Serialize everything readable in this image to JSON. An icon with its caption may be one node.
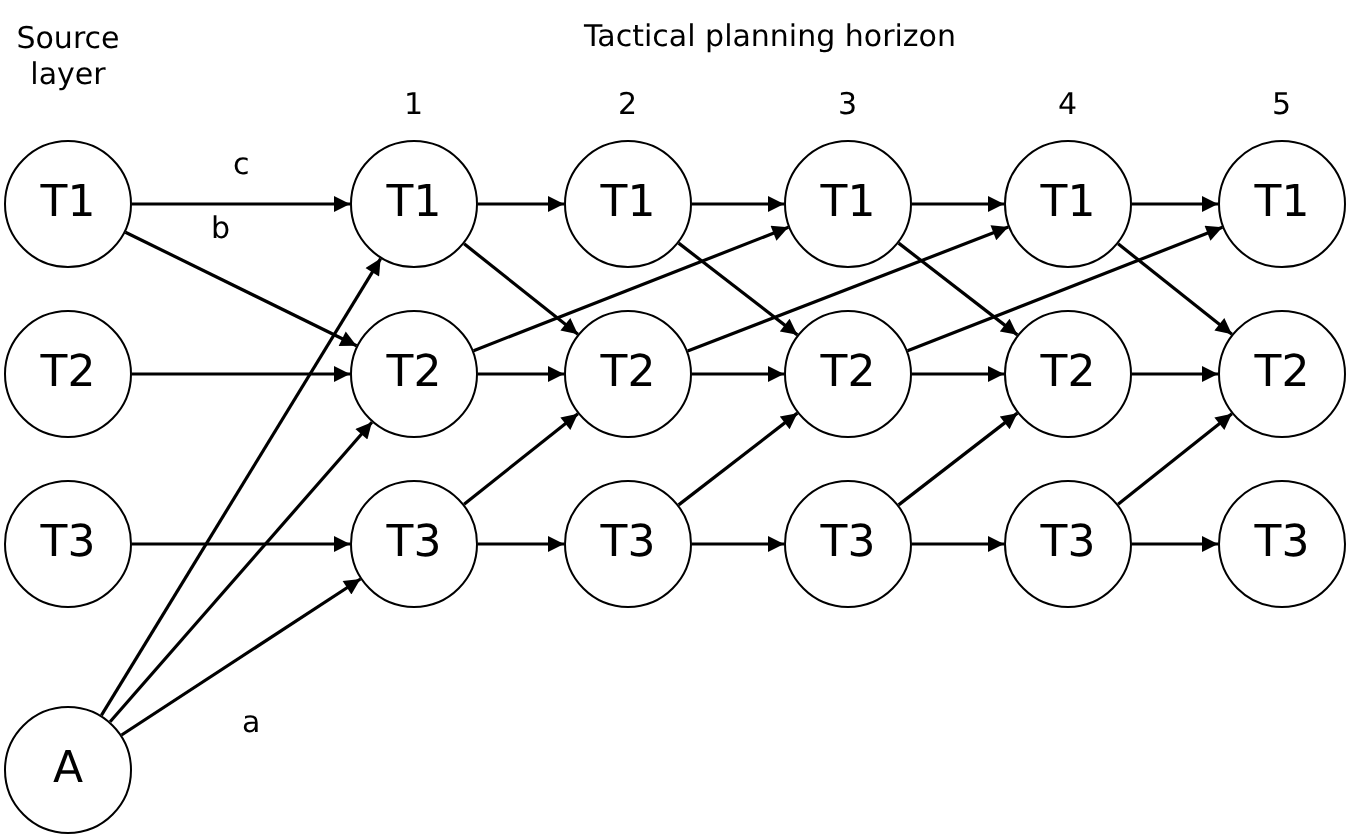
{
  "diagram": {
    "nodes": [
      {
        "text": [
          "T1"
        ]
      },
      {
        "text": [
          "T2"
        ]
      },
      {
        "text": [
          "T3"
        ]
      },
      {
        "text": [
          "A"
        ]
      },
      {
        "text": [
          "T1"
        ]
      },
      {
        "text": [
          "T2"
        ]
      },
      {
        "text": [
          "T3"
        ]
      },
      {
        "text": [
          "T1"
        ]
      },
      {
        "text": [
          "T2"
        ]
      },
      {
        "text": [
          "T3"
        ]
      },
      {
        "text": [
          "T1"
        ]
      },
      {
        "text": [
          "T2"
        ]
      },
      {
        "text": [
          "T3"
        ]
      },
      {
        "text": [
          "T1"
        ]
      },
      {
        "text": [
          "T2"
        ]
      },
      {
        "text": [
          "T3"
        ]
      },
      {
        "text": [
          "T1"
        ]
      },
      {
        "text": [
          "T2"
        ]
      },
      {
        "text": [
          "T3"
        ]
      }
    ],
    "edges": [
      {
        "from": 0,
        "to": 4,
        "arrow": "to",
        "label": "c"
      },
      {
        "from": 0,
        "to": 5,
        "arrow": "to",
        "label": "b"
      },
      {
        "from": 1,
        "to": 5,
        "arrow": "to"
      },
      {
        "from": 2,
        "to": 6,
        "arrow": "to"
      },
      {
        "from": 3,
        "to": 4,
        "arrow": "to"
      },
      {
        "from": 3,
        "to": 5,
        "arrow": "to"
      },
      {
        "from": 3,
        "to": 6,
        "arrow": "to",
        "label": "a"
      },
      {
        "from": 4,
        "to": 7,
        "arrow": "to"
      },
      {
        "from": 4,
        "to": 8,
        "arrow": "to"
      },
      {
        "from": 5,
        "to": 8,
        "arrow": "to"
      },
      {
        "from": 5,
        "to": 10,
        "arrow": "to"
      },
      {
        "from": 6,
        "to": 8,
        "arrow": "to"
      },
      {
        "from": 6,
        "to": 9,
        "arrow": "to"
      },
      {
        "from": 7,
        "to": 10,
        "arrow": "to"
      },
      {
        "from": 7,
        "to": 11,
        "arrow": "to"
      },
      {
        "from": 8,
        "to": 11,
        "arrow": "to"
      },
      {
        "from": 8,
        "to": 13,
        "arrow": "to"
      },
      {
        "from": 9,
        "to": 11,
        "arrow": "to"
      },
      {
        "from": 9,
        "to": 12,
        "arrow": "to"
      },
      {
        "from": 10,
        "to": 13,
        "arrow": "to"
      },
      {
        "from": 10,
        "to": 14,
        "arrow": "to"
      },
      {
        "from": 11,
        "to": 14,
        "arrow": "to"
      },
      {
        "from": 11,
        "to": 16,
        "arrow": "to"
      },
      {
        "from": 12,
        "to": 14,
        "arrow": "to"
      },
      {
        "from": 12,
        "to": 15,
        "arrow": "to"
      },
      {
        "from": 13,
        "to": 16,
        "arrow": "to"
      },
      {
        "from": 13,
        "to": 17,
        "arrow": "to"
      },
      {
        "from": 14,
        "to": 17,
        "arrow": "to"
      },
      {
        "from": 15,
        "to": 17,
        "arrow": "to"
      },
      {
        "from": 15,
        "to": 18,
        "arrow": "to"
      }
    ],
    "labels": [
      "Source layer",
      "Tactical planning horizon",
      "1",
      "2",
      "3",
      "4",
      "5"
    ]
  }
}
